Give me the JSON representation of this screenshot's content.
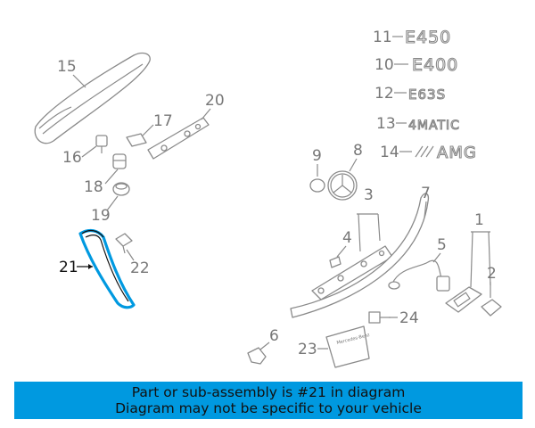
{
  "badges": {
    "e450": "E450",
    "e400": "E400",
    "e63s": "E63S",
    "matic": "4MATIC",
    "amg": "AMG"
  },
  "callouts": {
    "c1": "1",
    "c2": "2",
    "c3": "3",
    "c4": "4",
    "c5": "5",
    "c6": "6",
    "c7": "7",
    "c8": "8",
    "c9": "9",
    "c10": "10",
    "c11": "11",
    "c12": "12",
    "c13": "13",
    "c14": "14",
    "c15": "15",
    "c16": "16",
    "c17": "17",
    "c18": "18",
    "c19": "19",
    "c20": "20",
    "c21": "21",
    "c22": "22",
    "c23": "23",
    "c24": "24"
  },
  "plate_text": "Mercedes-Benz",
  "highlight_color": "#0099e0",
  "banner": {
    "line1": "Part or sub-assembly is #21 in diagram",
    "line2": "Diagram may not be specific to your vehicle"
  }
}
